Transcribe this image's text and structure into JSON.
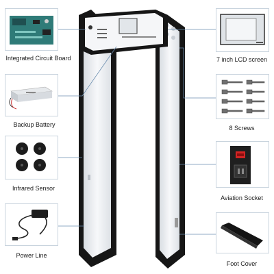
{
  "parts": {
    "left": [
      {
        "key": "circuit",
        "label": "Integrated Circuit Board"
      },
      {
        "key": "battery",
        "label": "Backup Battery"
      },
      {
        "key": "sensor",
        "label": "Infrared Sensor"
      },
      {
        "key": "power",
        "label": "Power Line"
      }
    ],
    "right": [
      {
        "key": "lcd",
        "label": "7 inch LCD screen"
      },
      {
        "key": "screws",
        "label": "8 Screws"
      },
      {
        "key": "socket",
        "label": "Aviation Socket"
      },
      {
        "key": "foot",
        "label": "Foot Cover"
      }
    ]
  },
  "colors": {
    "frame": "#161616",
    "panel": "#f1f3f6",
    "box_border": "#c8d3dd",
    "leader": "#6d8fb0"
  }
}
